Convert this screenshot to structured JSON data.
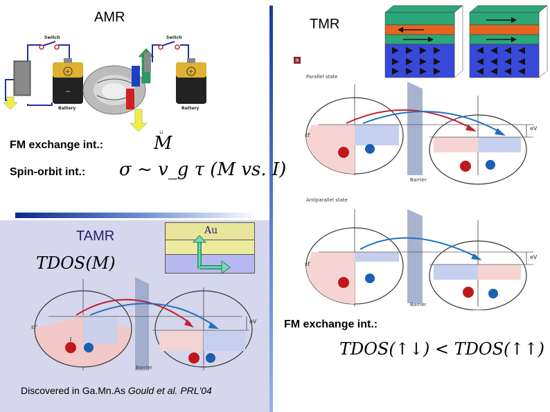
{
  "amr": {
    "title": "AMR",
    "switch_label": "Switch",
    "battery_label": "Battery",
    "fm_exchange_label": "FM exchange int.:",
    "fm_exchange_formula": "M",
    "spin_orbit_label": "Spin-orbit int.:",
    "spin_orbit_formula": "σ ~ v_g τ (M vs. I)"
  },
  "tmr": {
    "title": "TMR",
    "panel_letter": "a",
    "parallel_label": "Parallel state",
    "antiparallel_label": "Antiparallel state",
    "ev_label": "eV",
    "ef_label": "εf",
    "barrier_label": "Barrier",
    "fm_exchange_label": "FM exchange int.:",
    "tdos_formula": "TDOS(↑↓) < TDOS(↑↑)"
  },
  "tamr": {
    "title": "TAMR",
    "au_label": "Au",
    "tdos_formula": "TDOS(M)",
    "ev_label": "eV",
    "ef_label": "εF",
    "barrier_label": "Barrier",
    "discovered_prefix": "Discovered in Ga.Mn.As",
    "discovered_ref": "Gould et al. PRL'04"
  },
  "colors": {
    "tamr_panel_bg": "#d6d6ec",
    "divider_blue": "#1a3a9a",
    "band_red": "#e06060",
    "band_blue": "#2060b0",
    "layer_green": "#2ca77a",
    "layer_orange": "#e8641e",
    "layer_blue": "#3848d8",
    "au_yellow": "#e8e49a",
    "au_lavender": "#b8b8f0",
    "highlight_yellow": "#f0f040"
  }
}
